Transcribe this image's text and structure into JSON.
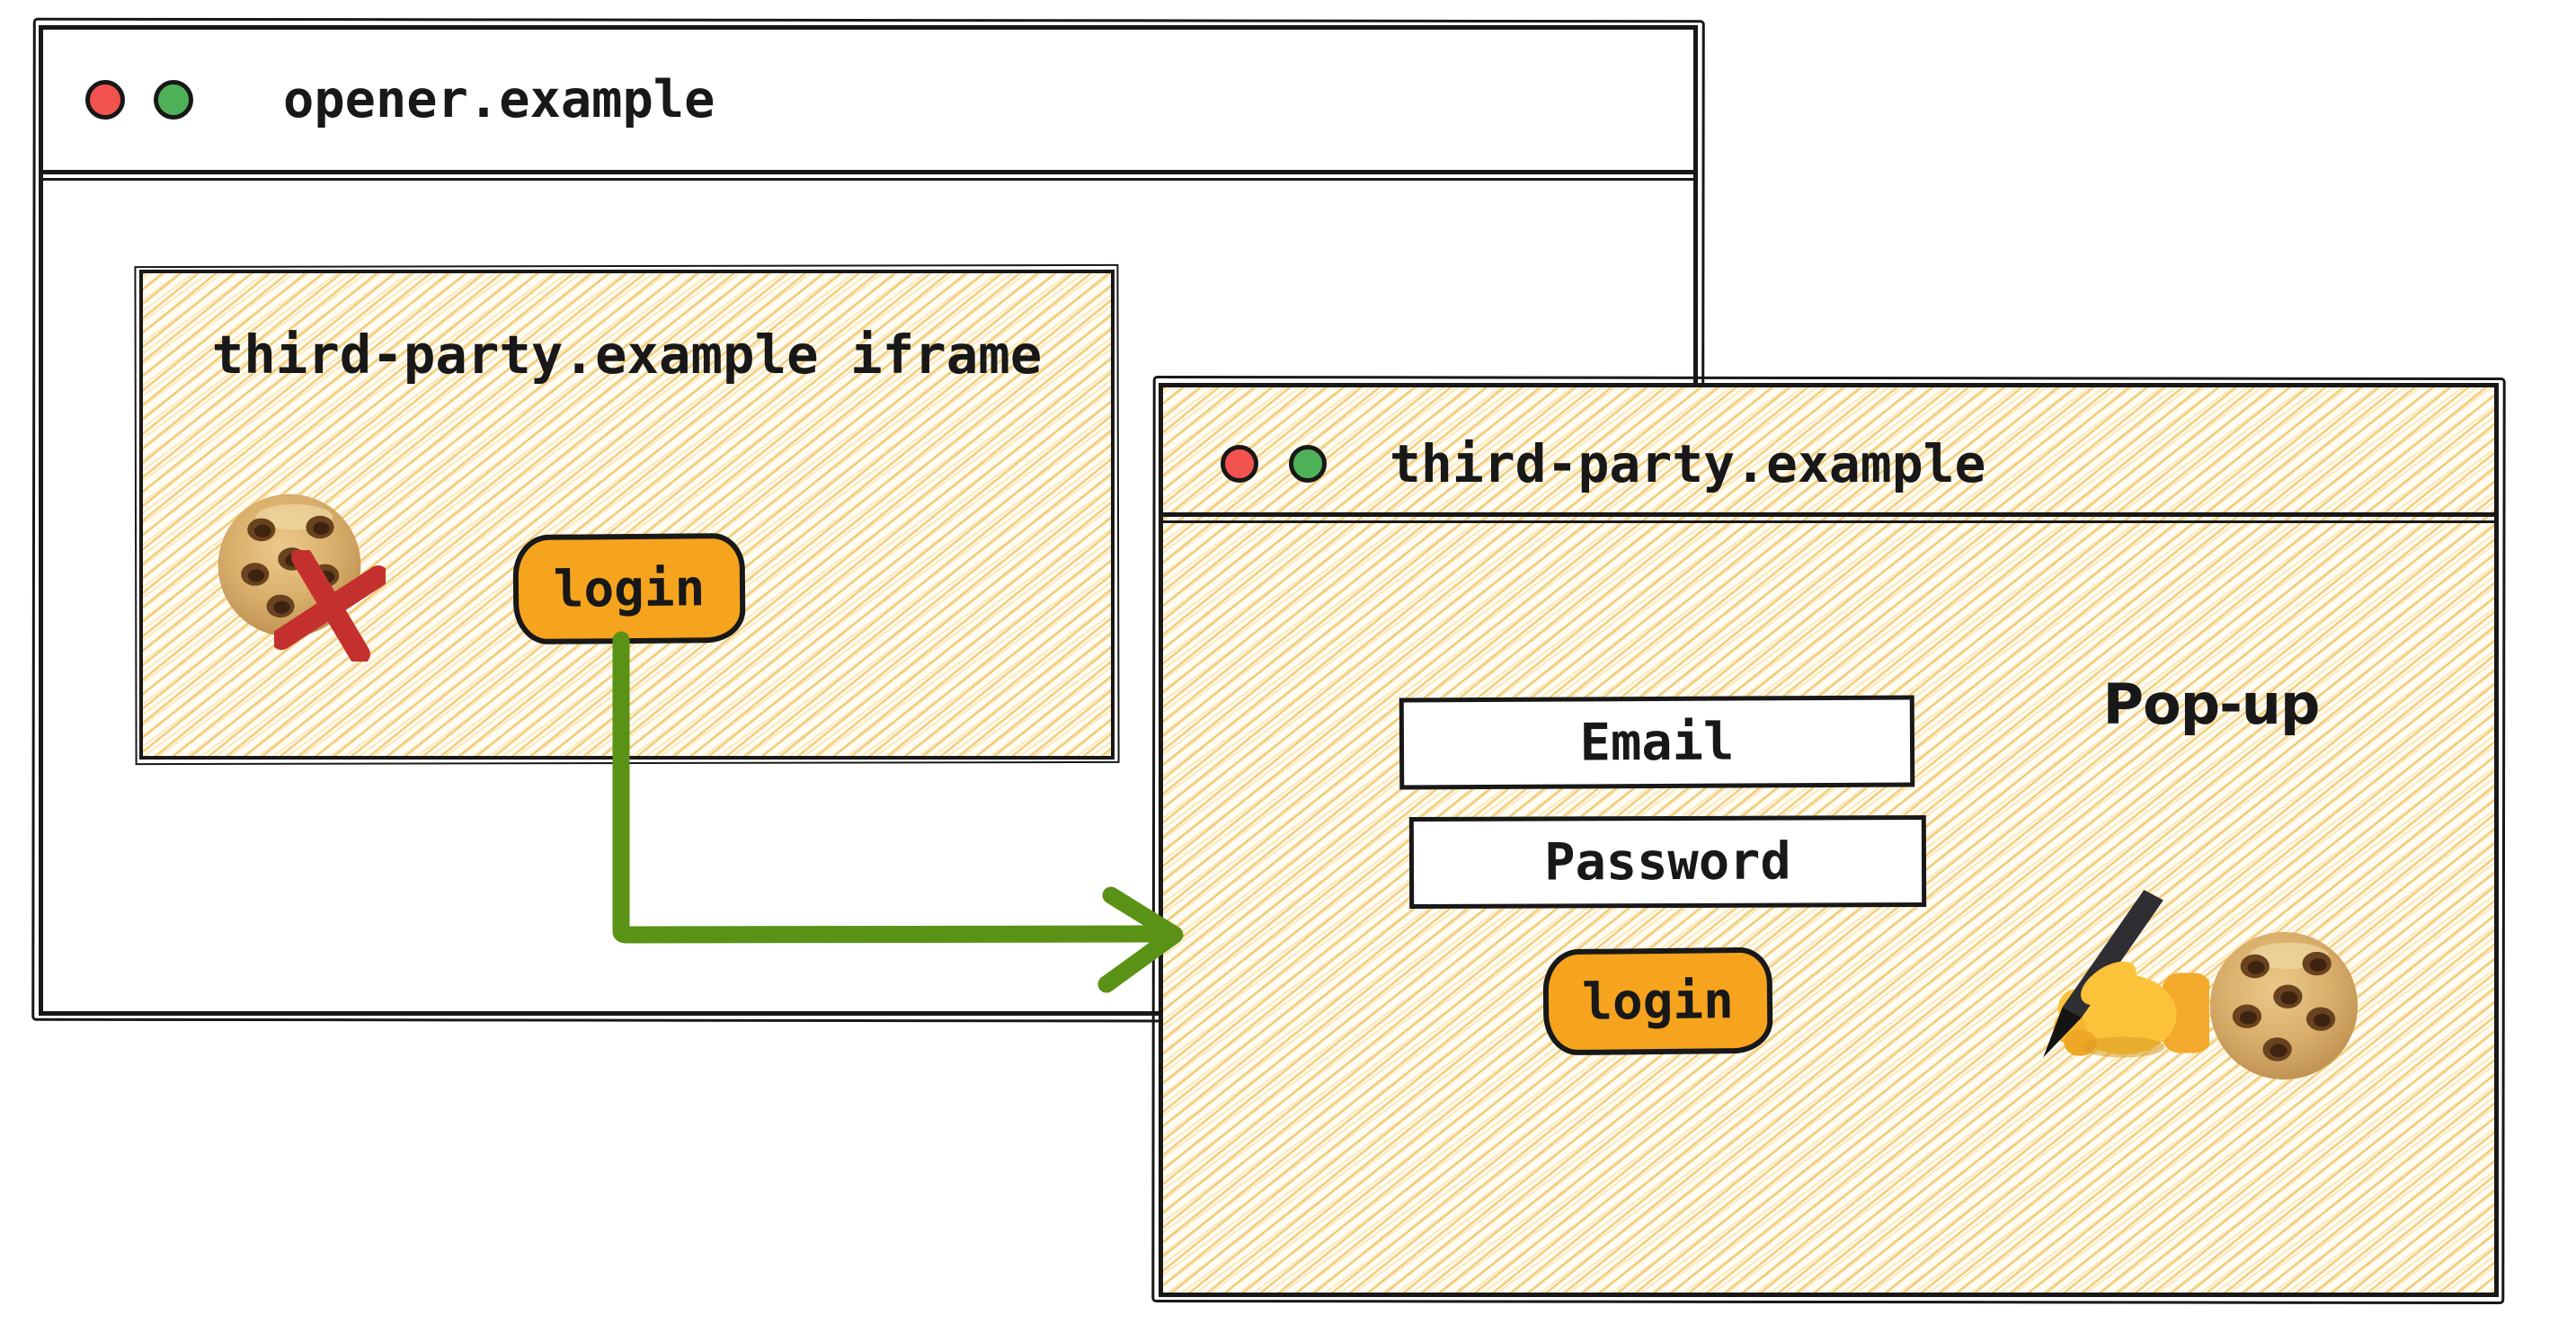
{
  "colors": {
    "ink": "#181818",
    "paper_cream": "#FFFCF4",
    "hatch_line": "#F2C669",
    "button_orange": "#F6A41D",
    "arrow_green": "#5A9216",
    "blocked_cross_red": "#C4302E",
    "traffic_light_red": "#F2534F",
    "traffic_light_green": "#4FB157"
  },
  "opener": {
    "title": "opener.example",
    "window_controls": [
      "close",
      "minimize"
    ],
    "iframe": {
      "title": "third-party.example iframe",
      "login_button_label": "login",
      "icons": [
        "cookie-icon",
        "cross-mark-icon"
      ]
    }
  },
  "popup": {
    "title": "third-party.example",
    "window_label": "Pop-up",
    "window_controls": [
      "close",
      "minimize"
    ],
    "email_placeholder": "Email",
    "password_placeholder": "Password",
    "login_button_label": "login",
    "icons": [
      "writing-hand-icon",
      "cookie-icon"
    ]
  }
}
